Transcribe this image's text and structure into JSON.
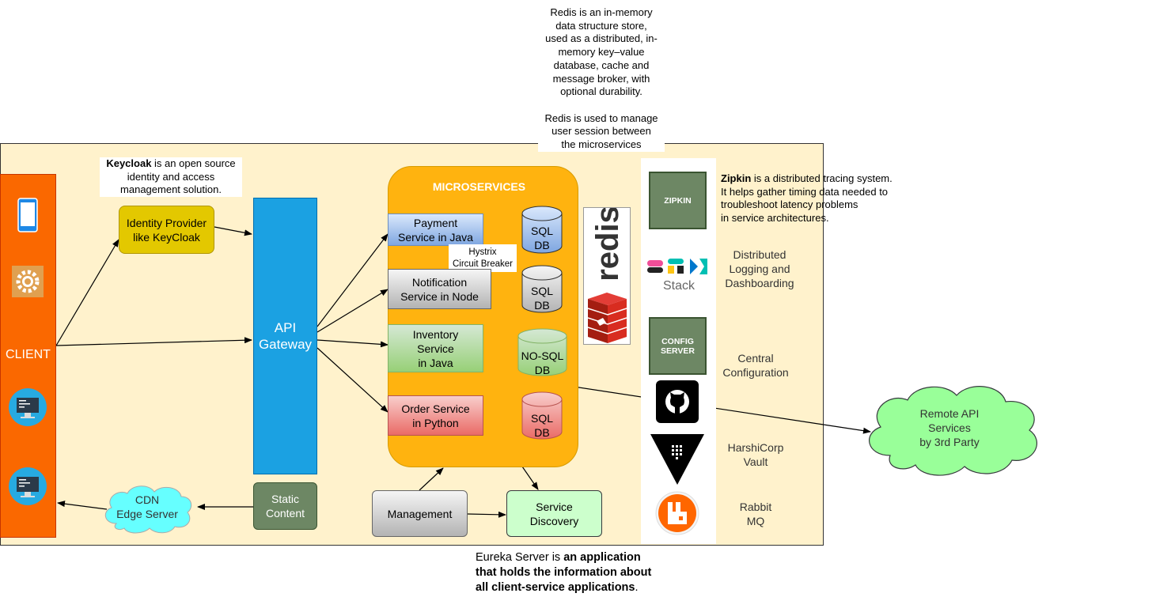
{
  "client": {
    "label": "CLIENT"
  },
  "identity_provider": {
    "label_line1": "Identity Provider",
    "label_line2": "like KeyCloak"
  },
  "keycloak_note": {
    "bold": "Keycloak",
    "rest_line1": " is an open source",
    "line2": "identity and access",
    "line3": "management solution."
  },
  "api_gateway": {
    "line1": "API",
    "line2": "Gateway"
  },
  "microservices": {
    "title": "MICROSERVICES",
    "payment": {
      "line1": "Payment",
      "line2": "Service in Java"
    },
    "notification": {
      "line1": "Notification",
      "line2": "Service in Node"
    },
    "inventory": {
      "line1": "Inventory",
      "line2": "Service",
      "line3": "in Java"
    },
    "order": {
      "line1": "Order Service",
      "line2": "in Python"
    },
    "hystrix": {
      "line1": "Hystrix",
      "line2": "Circuit Breaker"
    },
    "db_payment": {
      "line1": "SQL",
      "line2": "DB"
    },
    "db_notification": {
      "line1": "SQL",
      "line2": "DB"
    },
    "db_inventory": {
      "line1": "NO-SQL",
      "line2": "DB"
    },
    "db_order": {
      "line1": "SQL",
      "line2": "DB"
    }
  },
  "redis_note": {
    "lines": [
      "Redis is an in-memory",
      "data structure store,",
      "used as a distributed, in-",
      "memory key–value",
      "database, cache and",
      "message broker, with",
      "optional durability.",
      "",
      "Redis is used to manage",
      "user session between",
      "the microservices"
    ]
  },
  "redis_logo": {
    "text": "redis"
  },
  "tools": {
    "zipkin_tile": "ZIPKIN",
    "elk_stack": "Stack",
    "config_tile_line1": "CONFIG",
    "config_tile_line2": "SERVER",
    "logging": {
      "line1": "Distributed",
      "line2": "Logging and",
      "line3": "Dashboarding"
    },
    "config": {
      "line1": "Central",
      "line2": "Configuration"
    },
    "vault": {
      "line1": "HarshiCorp",
      "line2": "Vault"
    },
    "rabbit": {
      "line1": "Rabbit",
      "line2": "MQ"
    }
  },
  "zipkin_note": {
    "bold": "Zipkin",
    "rest_line1": " is a distributed tracing system.",
    "line2": "It helps gather timing data needed to",
    "line3": "troubleshoot latency problems",
    "line4": "in service architectures."
  },
  "remote_api": {
    "line1": "Remote API",
    "line2": "Services",
    "line3": "by 3rd Party"
  },
  "cdn": {
    "line1": "CDN",
    "line2": "Edge Server"
  },
  "static_content": {
    "line1": "Static",
    "line2": "Content"
  },
  "management": {
    "label": "Management"
  },
  "service_discovery": {
    "line1": "Service",
    "line2": "Discovery"
  },
  "eureka_note": {
    "plain": "Eureka Server is ",
    "bold_line1": "an application",
    "bold_line2": "that holds the information about",
    "bold_line3": "all client-service applications",
    "end": "."
  },
  "colors": {
    "client": "#fa6800",
    "gateway": "#1ba1e2",
    "microservices": "#ffb30f",
    "region": "#fff2cc",
    "tool_green": "#6d8764",
    "remote": "#99ff99",
    "cdn": "#66ffff"
  }
}
